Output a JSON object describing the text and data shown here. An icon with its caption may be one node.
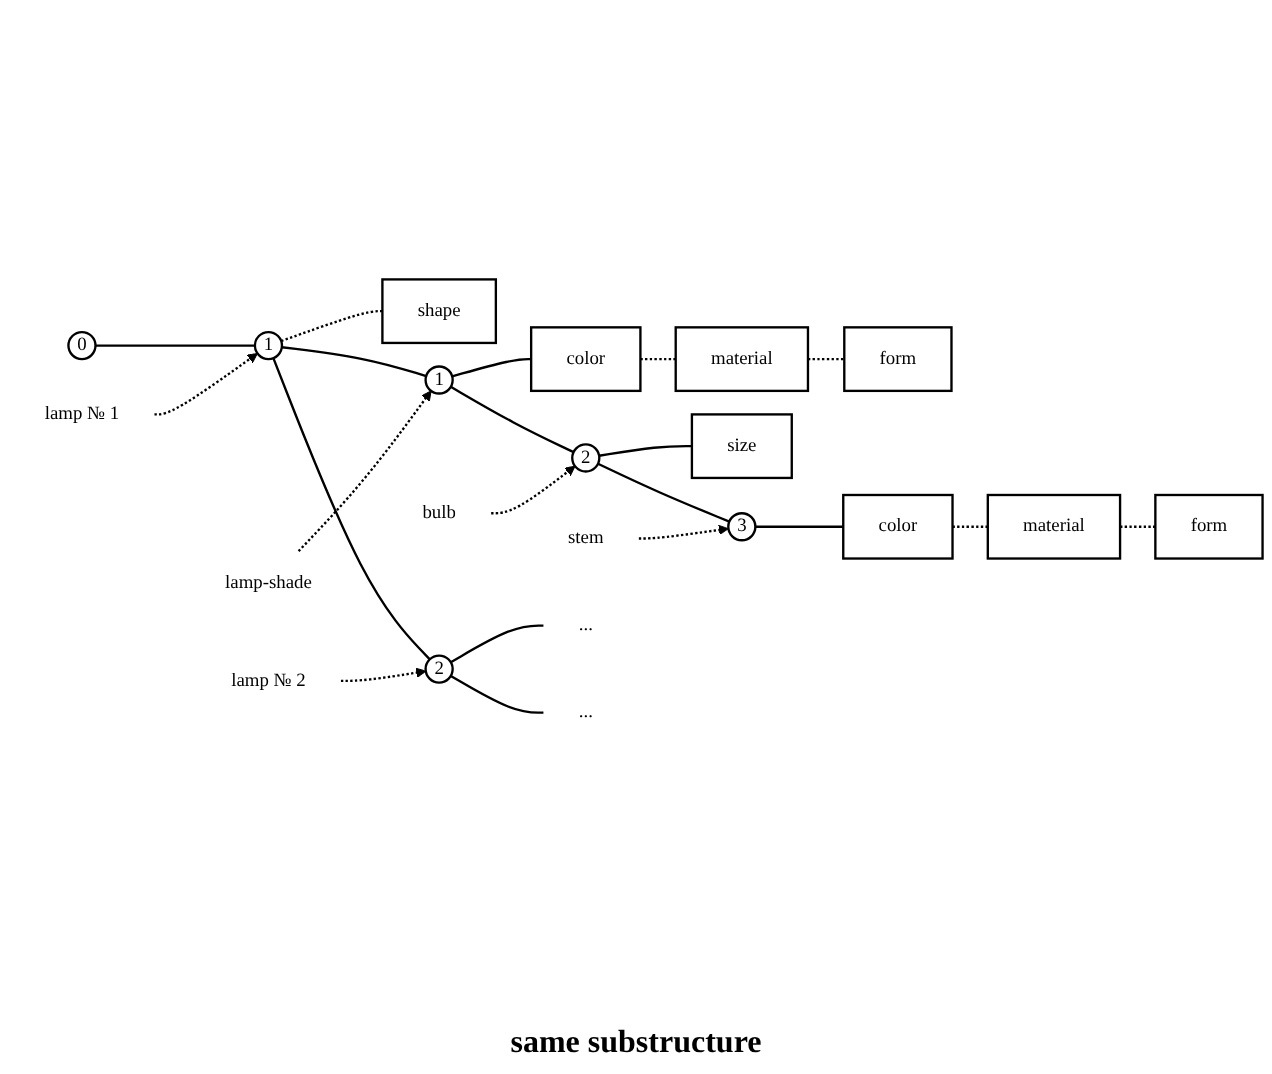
{
  "diagram": {
    "nodes": [
      {
        "text": [
          "0"
        ]
      },
      {
        "text": [
          "lamp № 1"
        ]
      },
      {
        "text": [
          "1"
        ]
      },
      {
        "text": [
          "shape"
        ]
      },
      {
        "text": [
          "lamp-shade"
        ]
      },
      {
        "text": [
          "1"
        ]
      },
      {
        "text": [
          "color"
        ]
      },
      {
        "text": [
          "material"
        ]
      },
      {
        "text": [
          "form"
        ]
      },
      {
        "text": [
          "bulb"
        ]
      },
      {
        "text": [
          "2"
        ]
      },
      {
        "text": [
          "size"
        ]
      },
      {
        "text": [
          "stem"
        ]
      },
      {
        "text": [
          "3"
        ]
      },
      {
        "text": [
          "color"
        ]
      },
      {
        "text": [
          "material"
        ]
      },
      {
        "text": [
          "form"
        ]
      },
      {
        "text": [
          "lamp № 2"
        ]
      },
      {
        "text": [
          "2"
        ]
      },
      {
        "text": [
          "..."
        ]
      },
      {
        "text": [
          "..."
        ]
      }
    ],
    "edges": [
      {
        "from": 0,
        "to": 2,
        "arrow": "none"
      },
      {
        "from": 1,
        "to": 2,
        "arrow": "to",
        "style": "dashed"
      },
      {
        "from": 2,
        "to": 3,
        "arrow": "none",
        "style": "dashed"
      },
      {
        "from": 2,
        "to": 5,
        "arrow": "none"
      },
      {
        "from": 4,
        "to": 5,
        "arrow": "to",
        "style": "dashed"
      },
      {
        "from": 5,
        "to": 6,
        "arrow": "none"
      },
      {
        "from": 6,
        "to": 7,
        "arrow": "none",
        "style": "dashed"
      },
      {
        "from": 7,
        "to": 8,
        "arrow": "none",
        "style": "dashed"
      },
      {
        "from": 5,
        "to": 10,
        "arrow": "none"
      },
      {
        "from": 9,
        "to": 10,
        "arrow": "to",
        "style": "dashed"
      },
      {
        "from": 10,
        "to": 11,
        "arrow": "none"
      },
      {
        "from": 10,
        "to": 13,
        "arrow": "none"
      },
      {
        "from": 12,
        "to": 13,
        "arrow": "to",
        "style": "dashed"
      },
      {
        "from": 13,
        "to": 14,
        "arrow": "none"
      },
      {
        "from": 14,
        "to": 15,
        "arrow": "none",
        "style": "dashed"
      },
      {
        "from": 15,
        "to": 16,
        "arrow": "none",
        "style": "dashed"
      },
      {
        "from": 2,
        "to": 18,
        "arrow": "none"
      },
      {
        "from": 17,
        "to": 18,
        "arrow": "to",
        "style": "dashed"
      },
      {
        "from": 18,
        "to": 19,
        "arrow": "none"
      },
      {
        "from": 18,
        "to": 20,
        "arrow": "none"
      }
    ],
    "labels": [
      "same substructure"
    ]
  }
}
